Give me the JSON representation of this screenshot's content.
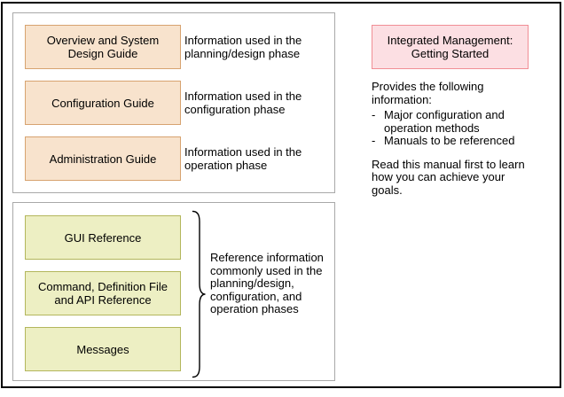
{
  "colors": {
    "peach_fill": "#F8E3CD",
    "peach_border": "#D7A370",
    "green_fill": "#EDEFC3",
    "green_border": "#B3B65C",
    "pink_fill": "#FCDFE3",
    "pink_border": "#F18E95",
    "group_border": "#A9A9A9",
    "frame_border": "#000000",
    "text_color": "#000000"
  },
  "planning_group": {
    "manuals": [
      {
        "label": "Overview and System Design Guide",
        "lines": [
          "Overview and System",
          "Design Guide"
        ],
        "description": "Information used in the planning/design phase",
        "description_lines": [
          "Information used in the",
          "planning/design phase"
        ]
      },
      {
        "label": "Configuration Guide",
        "lines": [
          "Configuration Guide",
          ""
        ],
        "description": "Information used in the configuration phase",
        "description_lines": [
          "Information used in the",
          "configuration phase"
        ]
      },
      {
        "label": "Administration Guide",
        "lines": [
          "Administration Guide",
          ""
        ],
        "description": "Information used in the operation phase",
        "description_lines": [
          "Information used in the",
          "operation phase"
        ]
      }
    ]
  },
  "reference_group": {
    "manuals": [
      {
        "label": "GUI Reference",
        "lines": [
          "GUI Reference",
          ""
        ]
      },
      {
        "label": "Command, Definition File and API Reference",
        "lines": [
          "Command, Definition File",
          "and API Reference"
        ]
      },
      {
        "label": "Messages",
        "lines": [
          "Messages",
          ""
        ]
      }
    ],
    "brace_note": "Reference information commonly used in the planning/design, configuration, and operation phases",
    "brace_note_lines": [
      "Reference information",
      "commonly used in the",
      "planning/design,",
      "configuration, and",
      "operation phases"
    ]
  },
  "getting_started": {
    "label": "Integrated Management: Getting Started",
    "lines": [
      "Integrated Management:",
      "Getting Started"
    ],
    "intro_text": "Provides the following information:",
    "intro_lines": [
      "Provides the following",
      "information:"
    ],
    "bullet_char": "-",
    "bullets": [
      {
        "text": "Major configuration and operation methods",
        "lines": [
          "Major configuration and",
          "operation methods"
        ]
      },
      {
        "text": "Manuals to be referenced",
        "lines": [
          "Manuals to be referenced",
          ""
        ]
      }
    ],
    "closing_text": "Read this manual first to learn how you can achieve your goals.",
    "closing_lines": [
      "Read this manual first to learn",
      "how you can achieve your",
      "goals."
    ]
  }
}
